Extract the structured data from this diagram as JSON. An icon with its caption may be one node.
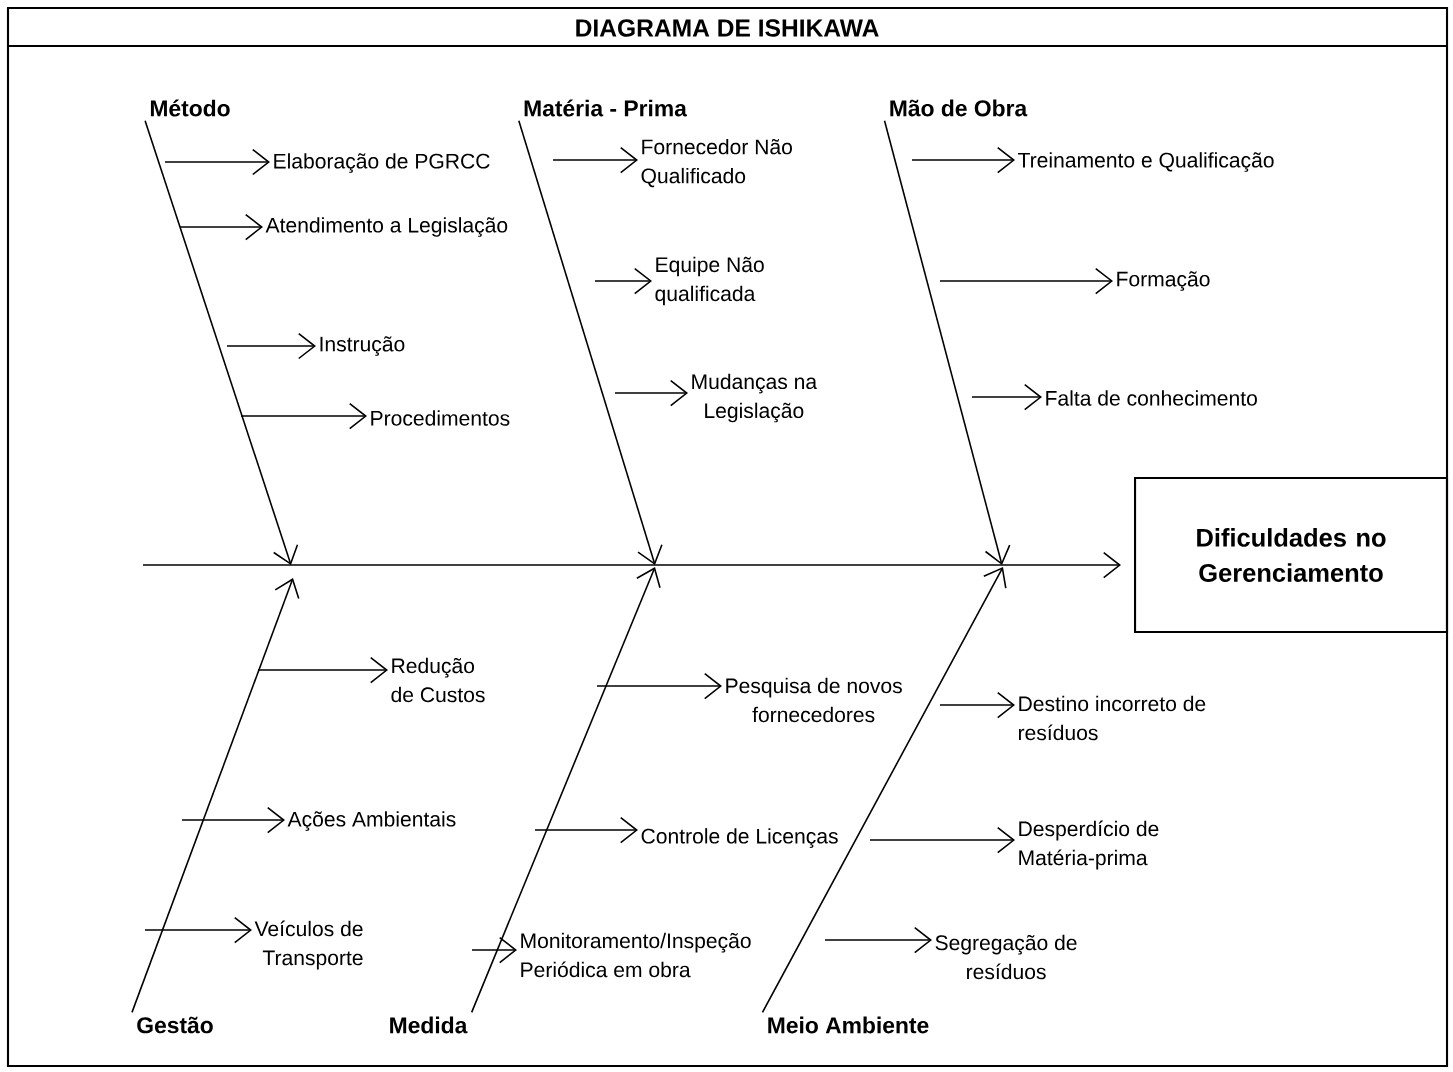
{
  "diagram": {
    "title": "DIAGRAMA DE ISHIKAWA",
    "nodes": [
      {
        "text": [
          "Método"
        ]
      },
      {
        "text": [
          "Elaboração de PGRCC"
        ]
      },
      {
        "text": [
          "Atendimento a Legislação"
        ]
      },
      {
        "text": [
          "Instrução"
        ]
      },
      {
        "text": [
          "Procedimentos"
        ]
      },
      {
        "text": [
          "Matéria - Prima"
        ]
      },
      {
        "text": [
          "Fornecedor Não Qualificado"
        ]
      },
      {
        "text": [
          "Equipe Não qualificada"
        ]
      },
      {
        "text": [
          "Mudanças na Legislação"
        ]
      },
      {
        "text": [
          "Mão de Obra"
        ]
      },
      {
        "text": [
          "Treinamento e Qualificação"
        ]
      },
      {
        "text": [
          "Formação"
        ]
      },
      {
        "text": [
          "Falta de conhecimento"
        ]
      },
      {
        "text": [
          "Dificuldades no Gerenciamento"
        ]
      },
      {
        "text": [
          "Redução de Custos"
        ]
      },
      {
        "text": [
          "Ações Ambientais"
        ]
      },
      {
        "text": [
          "Veículos de Transporte"
        ]
      },
      {
        "text": [
          "Pesquisa de novos fornecedores"
        ]
      },
      {
        "text": [
          "Controle de Licenças"
        ]
      },
      {
        "text": [
          "Monitoramento/Inspeção Periódica em obra"
        ]
      },
      {
        "text": [
          "Destino incorreto de resíduos"
        ]
      },
      {
        "text": [
          "Desperdício de Matéria-prima"
        ]
      },
      {
        "text": [
          "Segregação de resíduos"
        ]
      },
      {
        "text": [
          "Gestão"
        ]
      },
      {
        "text": [
          "Medida"
        ]
      },
      {
        "text": [
          "Meio Ambiente"
        ]
      }
    ],
    "edges": [
      {
        "from": 0,
        "to": null,
        "arrow": "to"
      },
      {
        "from": null,
        "to": 1,
        "arrow": "to"
      },
      {
        "from": null,
        "to": 2,
        "arrow": "to"
      },
      {
        "from": null,
        "to": 3,
        "arrow": "to"
      },
      {
        "from": null,
        "to": 4,
        "arrow": "to"
      },
      {
        "from": 5,
        "to": null,
        "arrow": "to"
      },
      {
        "from": null,
        "to": 6,
        "arrow": "to"
      },
      {
        "from": null,
        "to": 7,
        "arrow": "to"
      },
      {
        "from": null,
        "to": 8,
        "arrow": "to"
      },
      {
        "from": 9,
        "to": null,
        "arrow": "to"
      },
      {
        "from": null,
        "to": 10,
        "arrow": "to"
      },
      {
        "from": null,
        "to": 11,
        "arrow": "to"
      },
      {
        "from": null,
        "to": 12,
        "arrow": "to"
      },
      {
        "from": null,
        "to": 13,
        "arrow": "to"
      },
      {
        "from": 23,
        "to": null,
        "arrow": "to"
      },
      {
        "from": null,
        "to": 14,
        "arrow": "to"
      },
      {
        "from": null,
        "to": 15,
        "arrow": "to"
      },
      {
        "from": null,
        "to": 16,
        "arrow": "to"
      },
      {
        "from": 24,
        "to": null,
        "arrow": "to"
      },
      {
        "from": null,
        "to": 17,
        "arrow": "to"
      },
      {
        "from": null,
        "to": 18,
        "arrow": "to"
      },
      {
        "from": null,
        "to": 19,
        "arrow": "to"
      },
      {
        "from": 25,
        "to": null,
        "arrow": "to"
      },
      {
        "from": null,
        "to": 20,
        "arrow": "to"
      },
      {
        "from": null,
        "to": 21,
        "arrow": "to"
      },
      {
        "from": null,
        "to": 22,
        "arrow": "to"
      }
    ]
  }
}
